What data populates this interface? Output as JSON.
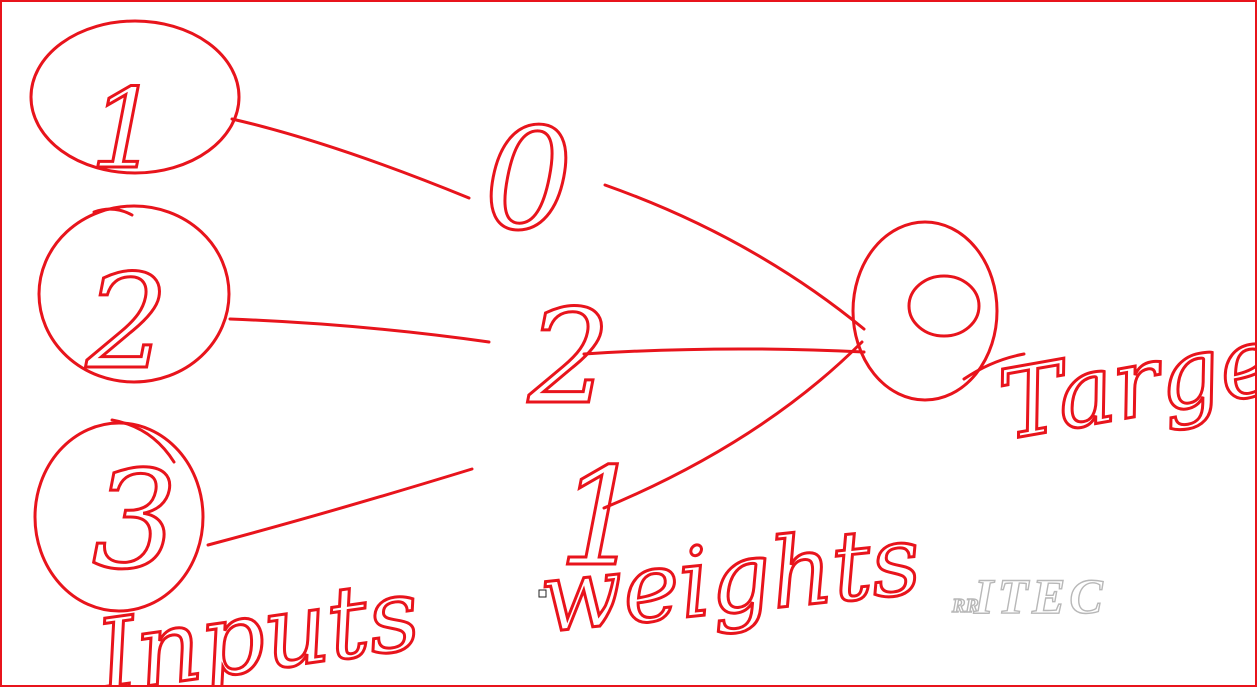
{
  "colors": {
    "ink": "#e8141c",
    "background": "#ffffff",
    "watermark_stroke": "#b8b8b8"
  },
  "inputs": {
    "values": [
      "1",
      "2",
      "3"
    ],
    "label": "Inputs"
  },
  "weights": {
    "values": [
      "0",
      "2",
      "1"
    ],
    "label": "weights"
  },
  "output": {
    "value": "0",
    "label": "Target"
  },
  "watermark": {
    "brand_small": "RR",
    "brand_main": "ITEC"
  }
}
